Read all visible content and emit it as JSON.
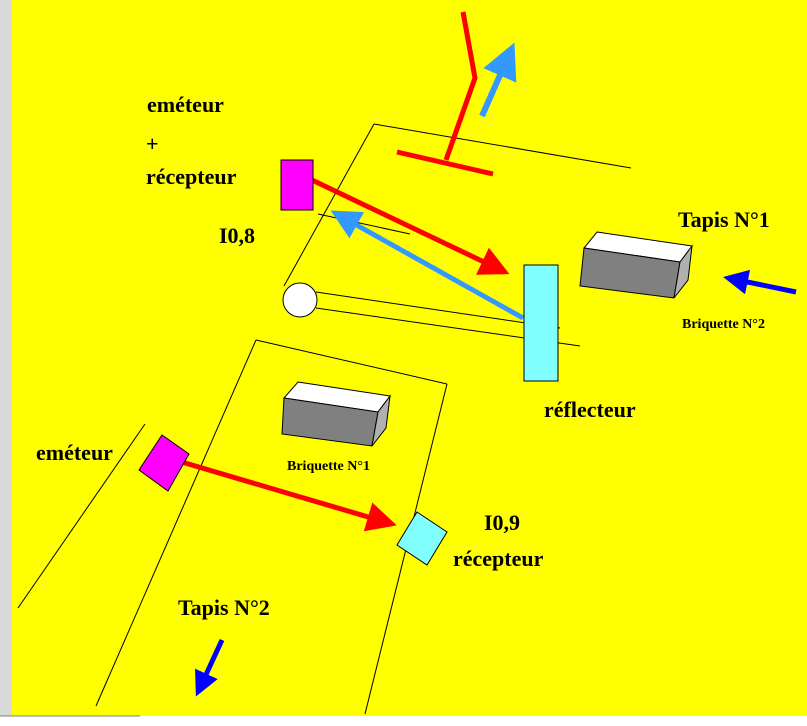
{
  "labels": {
    "emitter_receiver_line1": "eméteur",
    "emitter_receiver_line2": "+",
    "emitter_receiver_line3": "récepteur",
    "io_8": "I0,8",
    "belt1": "Tapis N°1",
    "brick2": "Briquette N°2",
    "reflector": "réflecteur",
    "emitter": "eméteur",
    "brick1": "Briquette N°1",
    "io_9": "I0,9",
    "receiver": "récepteur",
    "belt2": "Tapis N°2"
  },
  "colors": {
    "background": "#ffff00",
    "left_margin": "#d9d9d9",
    "sensor": "#ff00ff",
    "reflector": "#80ffff",
    "beam_emit": "#ff0000",
    "beam_return": "#3399ff",
    "direction": "#0000ff",
    "brick_top": "#ffffff",
    "brick_front": "#808080"
  }
}
